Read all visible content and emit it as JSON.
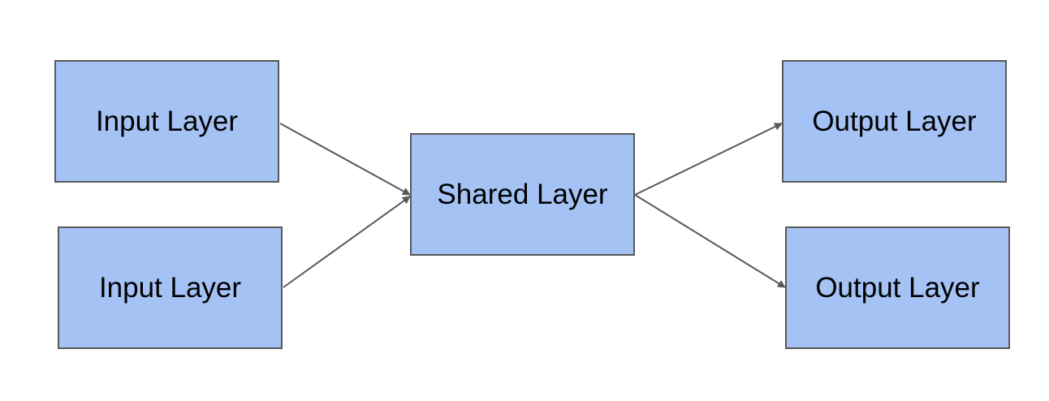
{
  "diagram": {
    "node_fill": "#a4c2f4",
    "node_border": "#595959",
    "edge_color": "#595959",
    "nodes": [
      {
        "id": "input-1",
        "label": "Input Layer"
      },
      {
        "id": "input-2",
        "label": "Input Layer"
      },
      {
        "id": "shared",
        "label": "Shared Layer"
      },
      {
        "id": "output-1",
        "label": "Output Layer"
      },
      {
        "id": "output-2",
        "label": "Output Layer"
      }
    ],
    "edges": [
      {
        "from": "input-1",
        "to": "shared"
      },
      {
        "from": "input-2",
        "to": "shared"
      },
      {
        "from": "shared",
        "to": "output-1"
      },
      {
        "from": "shared",
        "to": "output-2"
      }
    ]
  }
}
